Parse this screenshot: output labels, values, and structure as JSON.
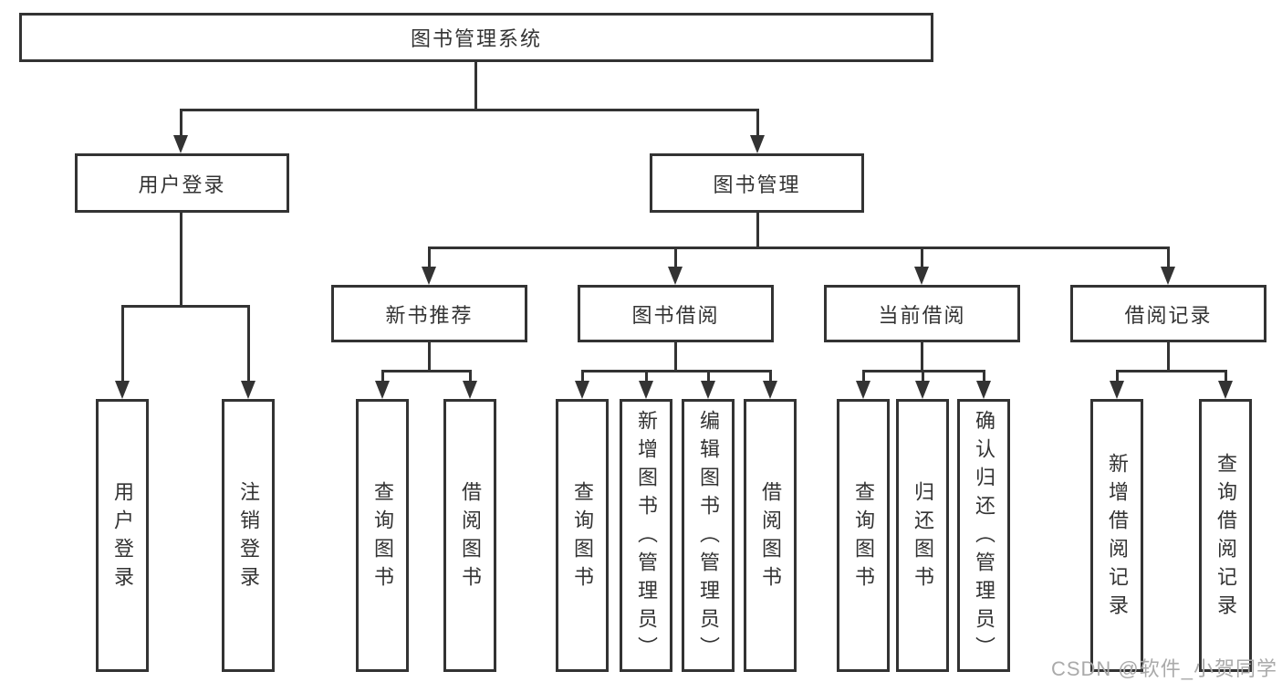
{
  "diagram_title": "图书管理系统",
  "watermark": "CSDN @软件_小贺同学",
  "colors": {
    "line": "#333333",
    "node_bg": "#ffffff",
    "text": "#333333",
    "watermark": "#aaaaaa",
    "background": "#ffffff"
  },
  "nodes": {
    "root": "图书管理系统",
    "user_login": "用户登录",
    "book_management": "图书管理",
    "user_login_children": [
      "用户登录",
      "注销登录"
    ],
    "new_book_recommend": "新书推荐",
    "book_borrow": "图书借阅",
    "current_borrow": "当前借阅",
    "borrow_records": "借阅记录",
    "new_book_recommend_children": [
      "查询图书",
      "借阅图书"
    ],
    "book_borrow_children": [
      "查询图书",
      "新增图书（管理员）",
      "编辑图书（管理员）",
      "借阅图书"
    ],
    "current_borrow_children": [
      "查询图书",
      "归还图书",
      "确认归还（管理员）"
    ],
    "borrow_records_children": [
      "新增借阅记录",
      "查询借阅记录"
    ]
  }
}
